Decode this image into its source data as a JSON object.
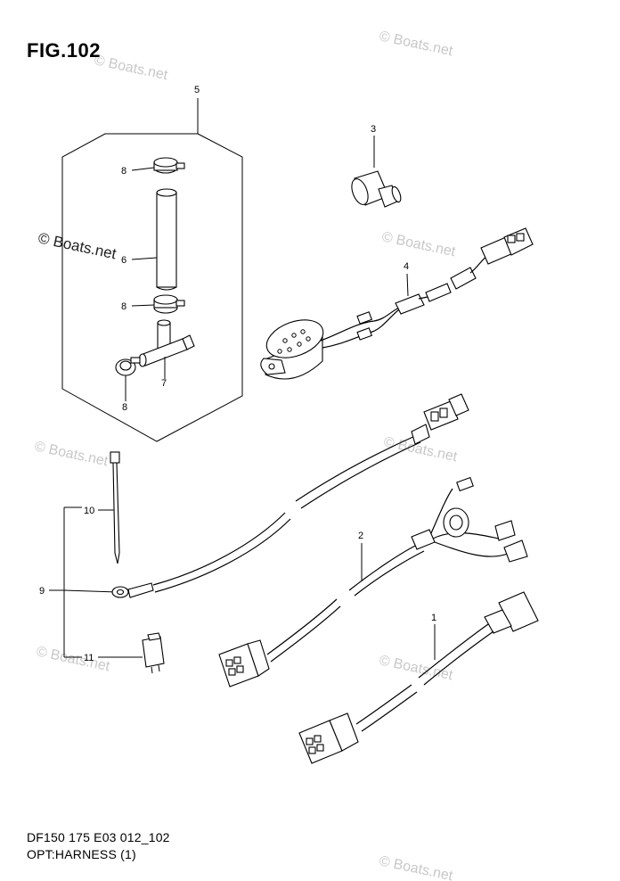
{
  "figure": {
    "title": "FIG.102",
    "footer_code": "DF150 175 E03 012_102",
    "footer_caption": "OPT:HARNESS (1)"
  },
  "watermark": {
    "text": "© Boats.net"
  },
  "callouts": {
    "c1": "1",
    "c2": "2",
    "c3": "3",
    "c4": "4",
    "c5": "5",
    "c6": "6",
    "c7": "7",
    "c8a": "8",
    "c8b": "8",
    "c8c": "8",
    "c9": "9",
    "c10": "10",
    "c11": "11"
  }
}
